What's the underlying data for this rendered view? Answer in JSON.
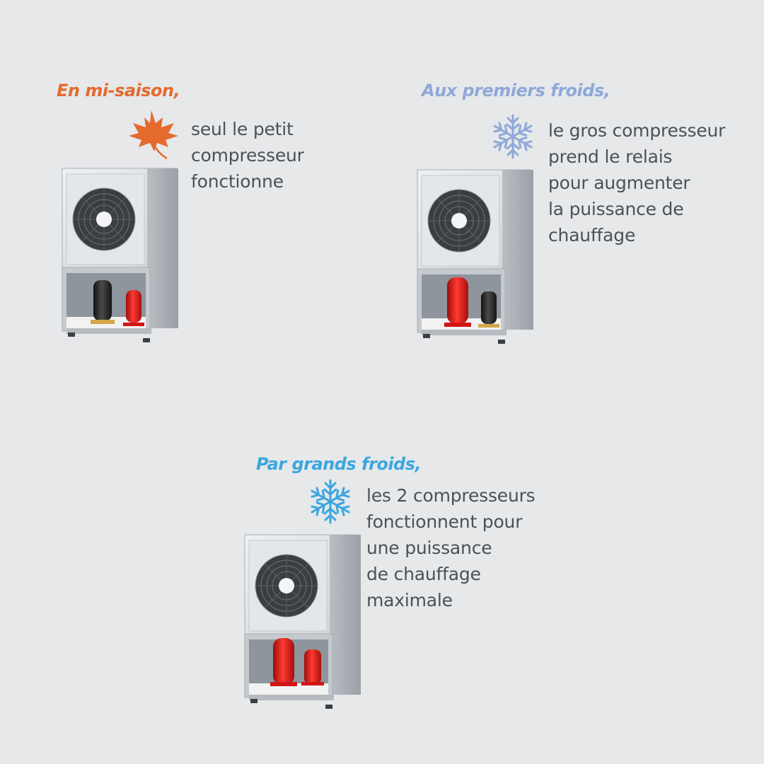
{
  "colors": {
    "autumn": "#e56a2e",
    "first_cold": "#8fa8d8",
    "deep_cold": "#3ba6df",
    "text": "#4a5258",
    "compressor_small": "#2b2b2b",
    "compressor_big": "#e01818"
  },
  "panels": [
    {
      "id": "mi-saison",
      "title": "En mi-saison,",
      "icon": "maple-leaf-icon",
      "lines": [
        "seul le petit",
        "compresseur",
        "fonctionne"
      ],
      "active_compressors": "small"
    },
    {
      "id": "premiers-froids",
      "title": "Aux premiers froids,",
      "icon": "snowflake-icon",
      "lines": [
        "le gros compresseur",
        "prend le relais",
        "pour augmenter",
        "la puissance de",
        "chauffage"
      ],
      "active_compressors": "big"
    },
    {
      "id": "grands-froids",
      "title": "Par grands froids,",
      "icon": "snowflake-icon",
      "lines": [
        "les 2 compresseurs",
        "fonctionnent pour",
        "une puissance",
        "de chauffage",
        "maximale"
      ],
      "active_compressors": "both"
    }
  ]
}
